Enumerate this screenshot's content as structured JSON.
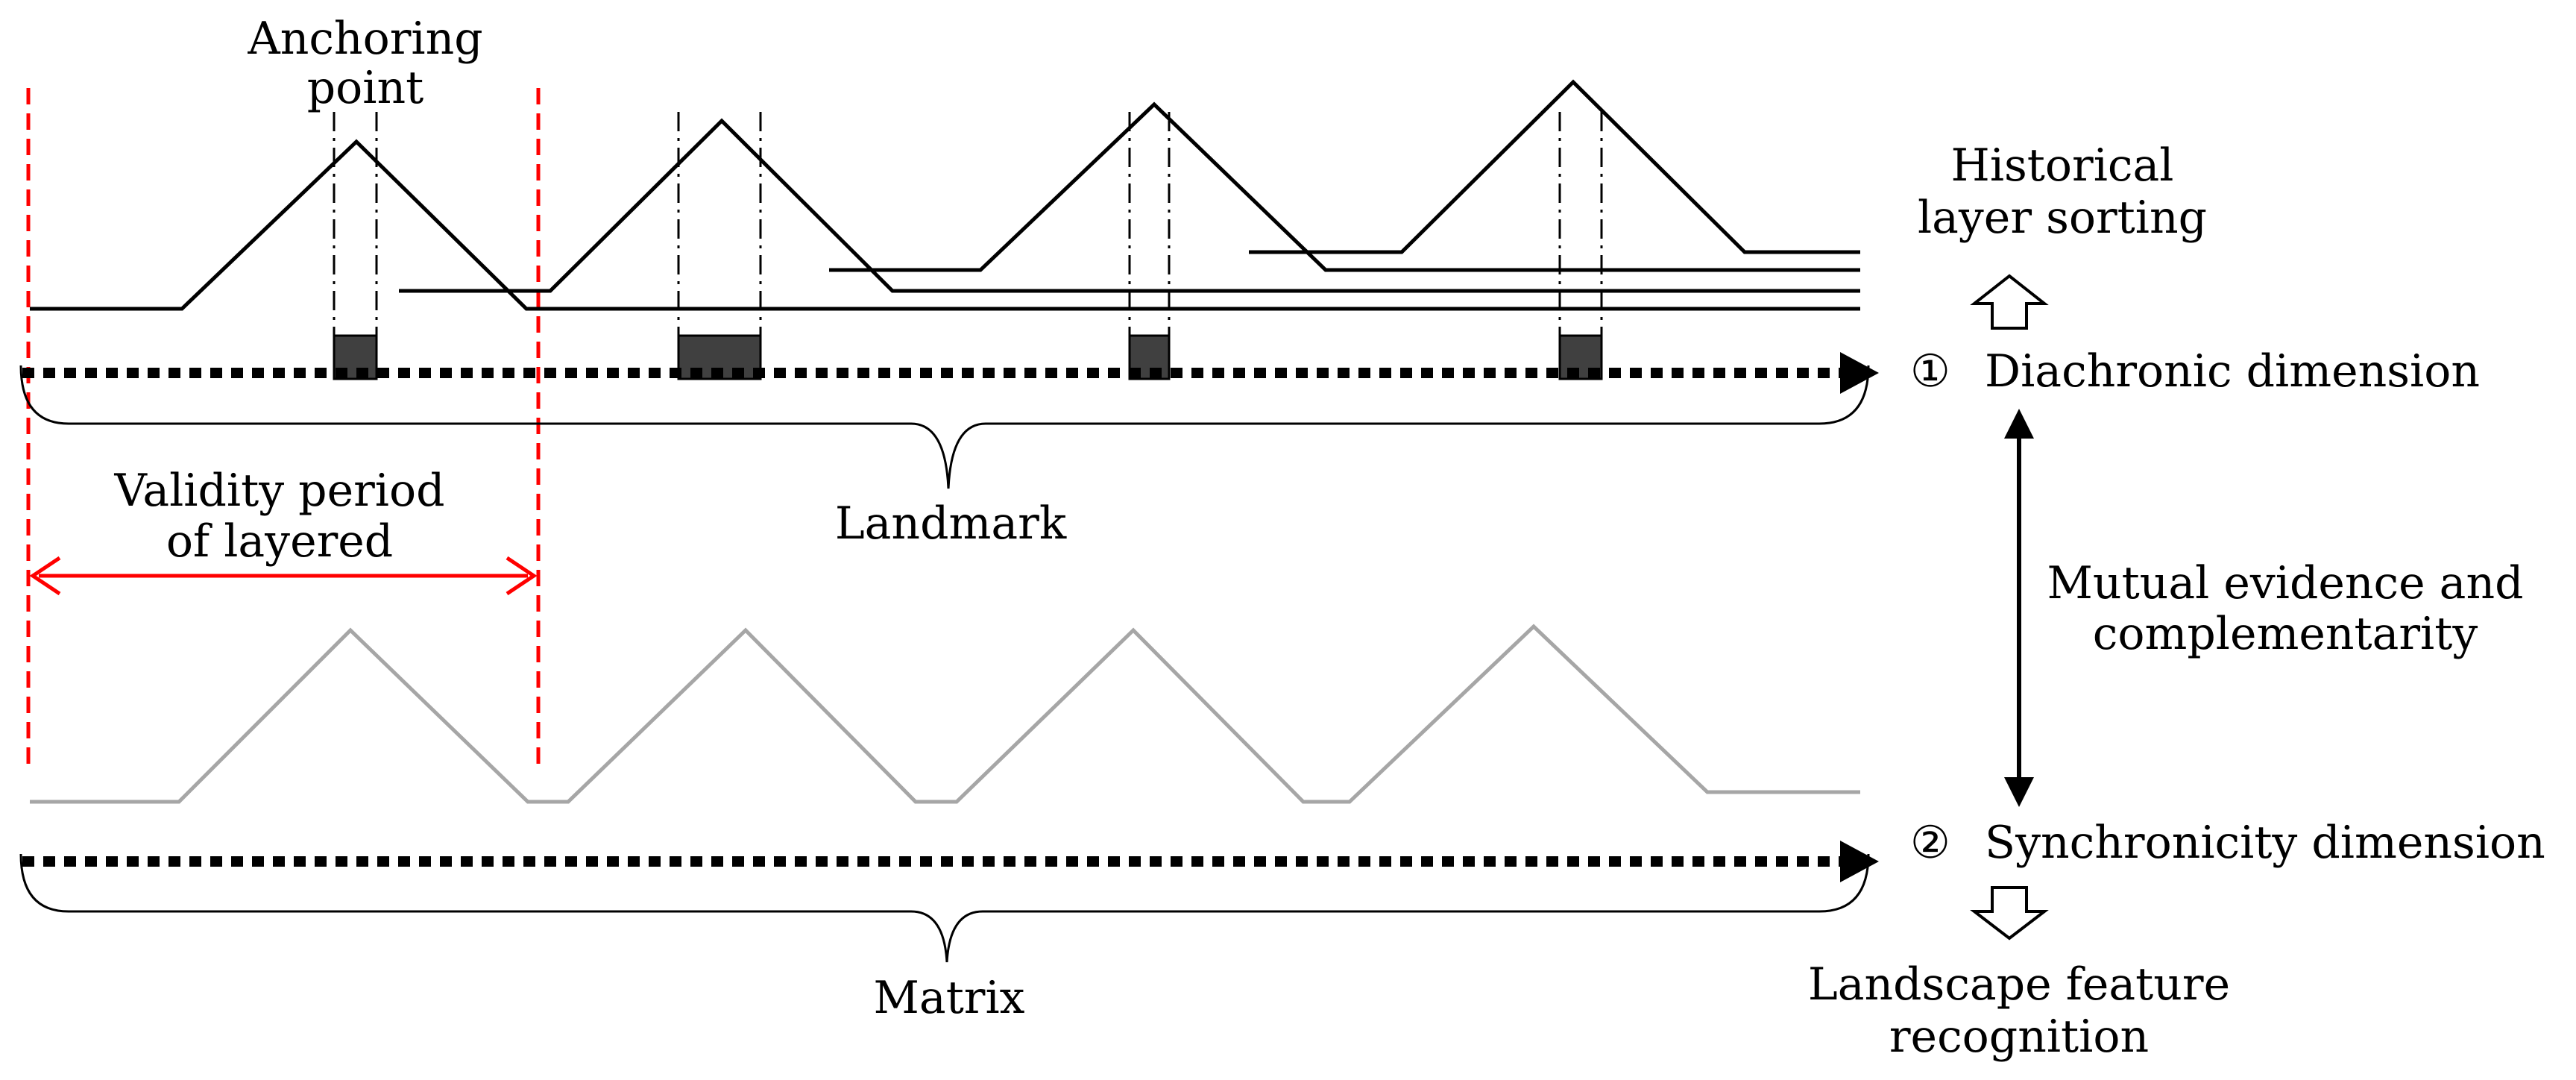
{
  "labels": {
    "anchoring_line1": "Anchoring",
    "anchoring_line2": "point",
    "historical_line1": "Historical",
    "historical_line2": "layer sorting",
    "diachronic_marker": "①",
    "diachronic": "Diachronic dimension",
    "validity_line1": "Validity period",
    "validity_line2": "of layered",
    "landmark": "Landmark",
    "mutual_line1": "Mutual evidence and",
    "mutual_line2": "complementarity",
    "synchronicity_marker": "②",
    "synchronicity": "Synchronicity dimension",
    "matrix": "Matrix",
    "landscape_line1": "Landscape feature",
    "landscape_line2": "recognition"
  },
  "colors": {
    "landmark_line": "#000000",
    "matrix_line": "#a6a6a6",
    "validity": "#ff0000",
    "anchor_block": "#404040"
  }
}
